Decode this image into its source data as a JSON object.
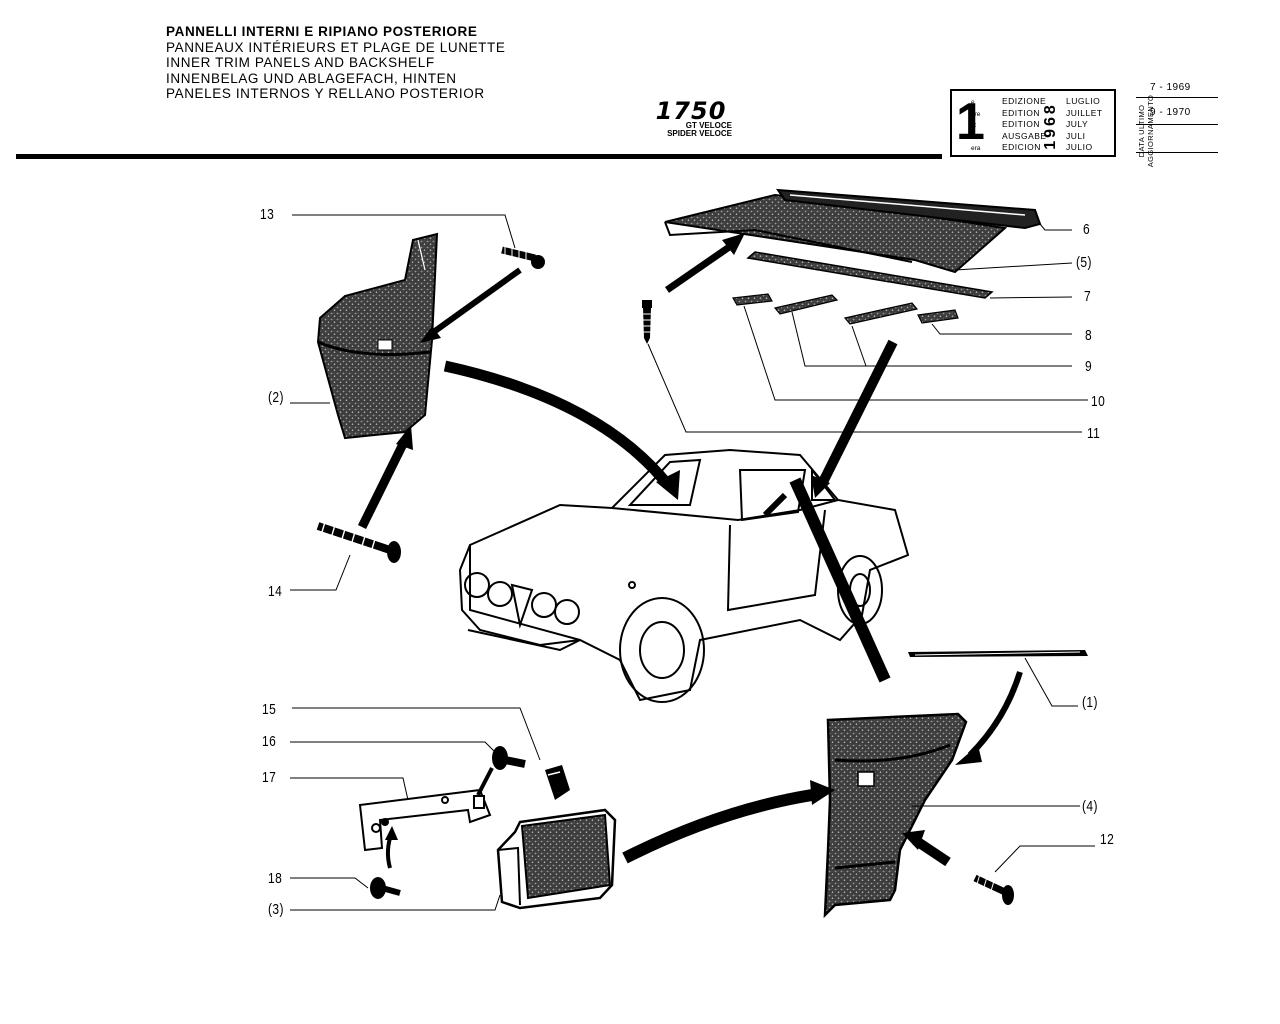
{
  "header": {
    "titles": [
      "PANNELLI INTERNI E RIPIANO POSTERIORE",
      "PANNEAUX INTÉRIEURS ET PLAGE DE LUNETTE",
      "INNER TRIM PANELS AND BACKSHELF",
      "INNENBELAG UND ABLAGEFACH, HINTEN",
      "PANELES INTERNOS Y RELLANO POSTERIOR"
    ],
    "model": "1750",
    "model_variants": [
      "GT VELOCE",
      "SPIDER VELOCE"
    ]
  },
  "edition": {
    "number": "1",
    "ordinal_suffixes": [
      "e",
      "ère",
      "st",
      ".",
      "era"
    ],
    "labels": [
      "EDIZIONE",
      "EDITION",
      "EDITION",
      "AUSGABE",
      "EDICION"
    ],
    "year": "1968",
    "months": [
      "LUGLIO",
      "JUILLET",
      "JULY",
      "JULI",
      "JULIO"
    ]
  },
  "updates": {
    "label_lines": [
      "DATA ULTIMO",
      "AGGIORNAMENTO"
    ],
    "dates": [
      "7 - 1969",
      "9 - 1970"
    ]
  },
  "callouts": {
    "c6": "6",
    "c5": "(5)",
    "c7": "7",
    "c8": "8",
    "c9": "9",
    "c10": "10",
    "c11": "11",
    "c13": "13",
    "c2": "(2)",
    "c14": "14",
    "c1": "(1)",
    "c4": "(4)",
    "c12": "12",
    "c15": "15",
    "c16": "16",
    "c17": "17",
    "c18": "18",
    "c3": "(3)"
  }
}
